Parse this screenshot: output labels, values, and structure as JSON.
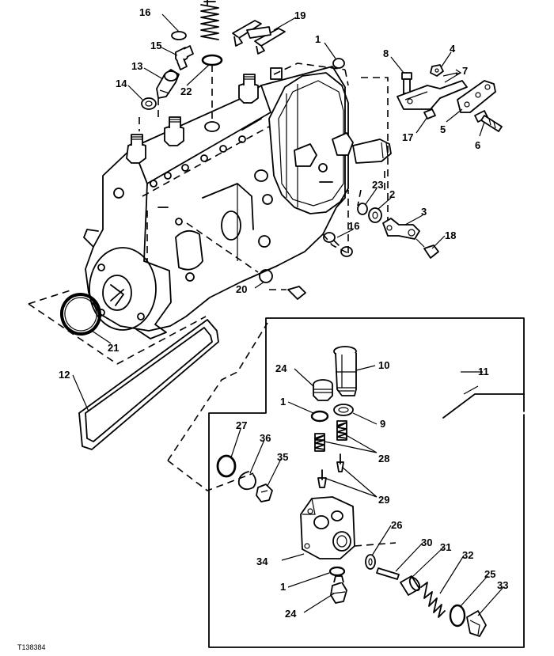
{
  "figure_id": "T138384",
  "callouts": {
    "c1a": "1",
    "c1b": "1",
    "c1c": "1",
    "c2": "2",
    "c3": "3",
    "c4": "4",
    "c5": "5",
    "c6": "6",
    "c7": "7",
    "c8": "8",
    "c9": "9",
    "c10": "10",
    "c11": "11",
    "c12": "12",
    "c13": "13",
    "c14": "14",
    "c15": "15",
    "c16a": "16",
    "c16b": "16",
    "c17": "17",
    "c18": "18",
    "c19": "19",
    "c20": "20",
    "c21": "21",
    "c22": "22",
    "c23": "23",
    "c24a": "24",
    "c24b": "24",
    "c25": "25",
    "c26": "26",
    "c27": "27",
    "c28": "28",
    "c29": "29",
    "c30": "30",
    "c31": "31",
    "c32": "32",
    "c33": "33",
    "c34": "34",
    "c35": "35",
    "c36": "36"
  }
}
